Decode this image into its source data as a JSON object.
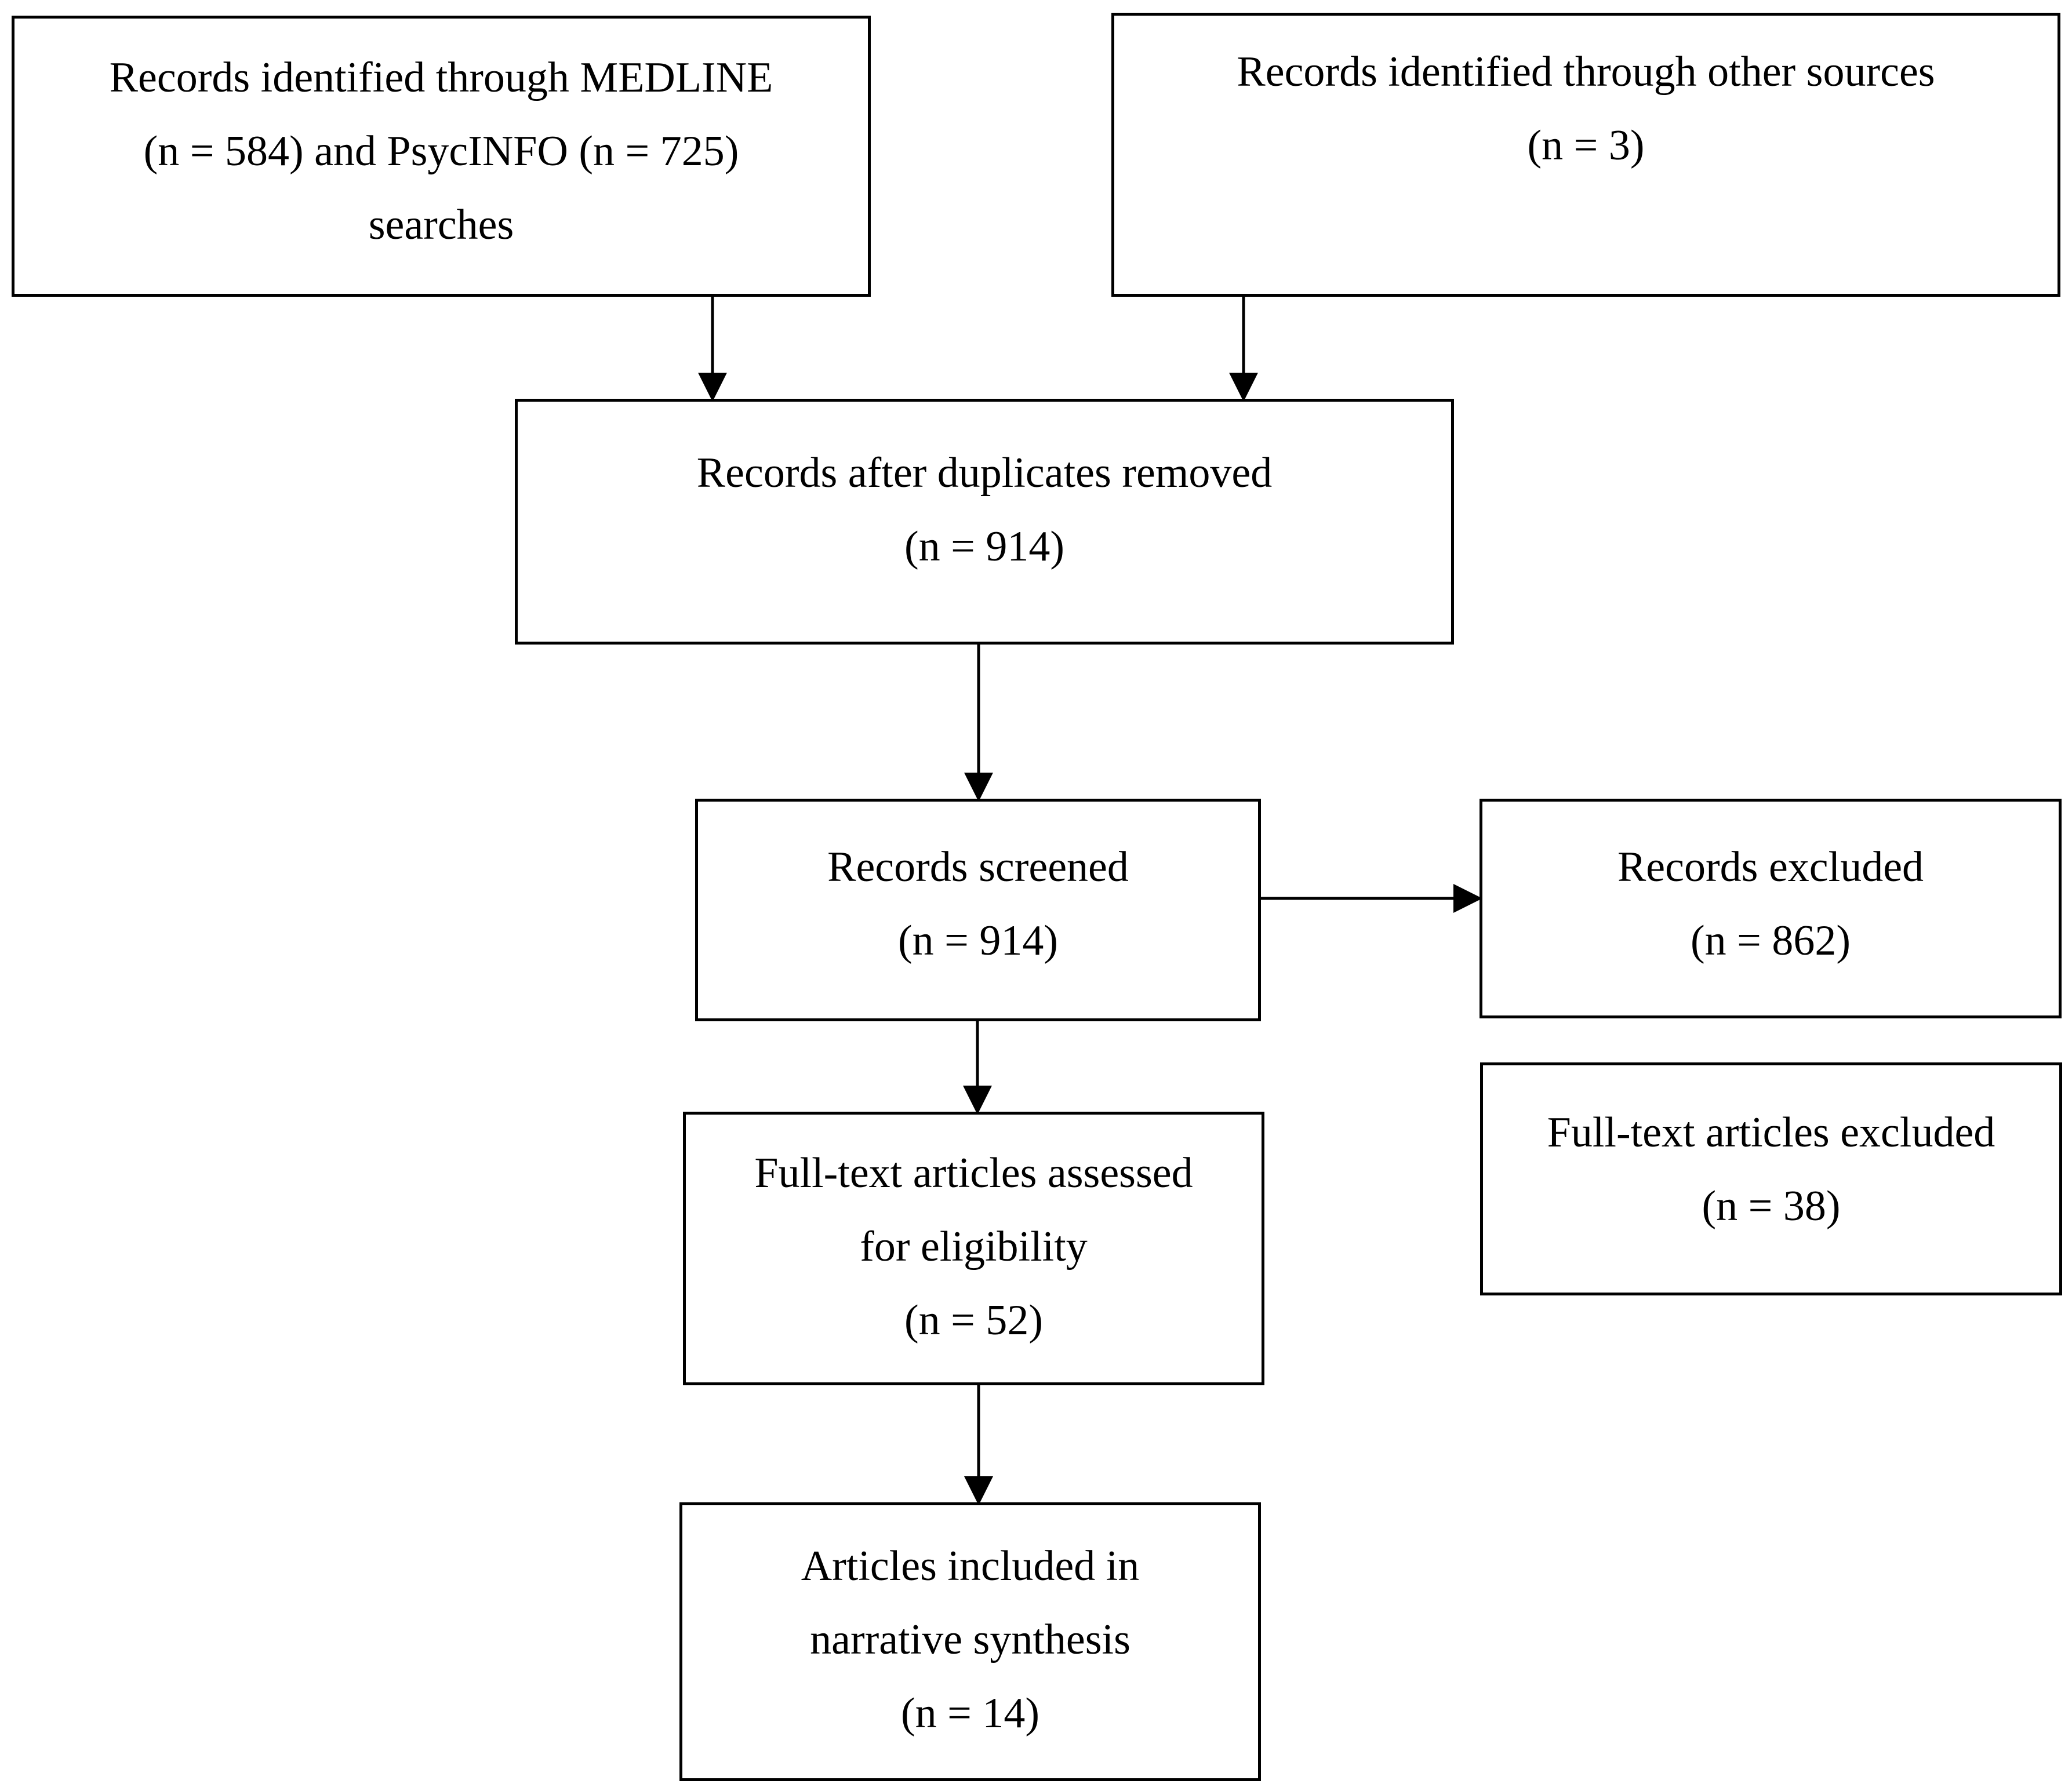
{
  "boxes": {
    "identified_databases": {
      "lines": [
        "Records identified through MEDLINE",
        "(n = 584) and PsycINFO (n = 725)",
        "searches"
      ]
    },
    "identified_other": {
      "lines": [
        "Records identified through other sources",
        "(n = 3)"
      ]
    },
    "after_duplicates": {
      "lines": [
        "Records after duplicates removed",
        "(n = 914)"
      ]
    },
    "screened": {
      "lines": [
        "Records screened",
        "(n = 914)"
      ]
    },
    "excluded": {
      "lines": [
        "Records excluded",
        "(n = 862)"
      ]
    },
    "fulltext_excluded": {
      "lines": [
        "Full-text articles excluded",
        "(n = 38)"
      ]
    },
    "fulltext_assessed": {
      "lines": [
        "Full-text articles assessed",
        "for eligibility",
        "(n = 52)"
      ]
    },
    "included": {
      "lines": [
        "Articles included in",
        "narrative synthesis",
        "(n = 14)"
      ]
    }
  }
}
